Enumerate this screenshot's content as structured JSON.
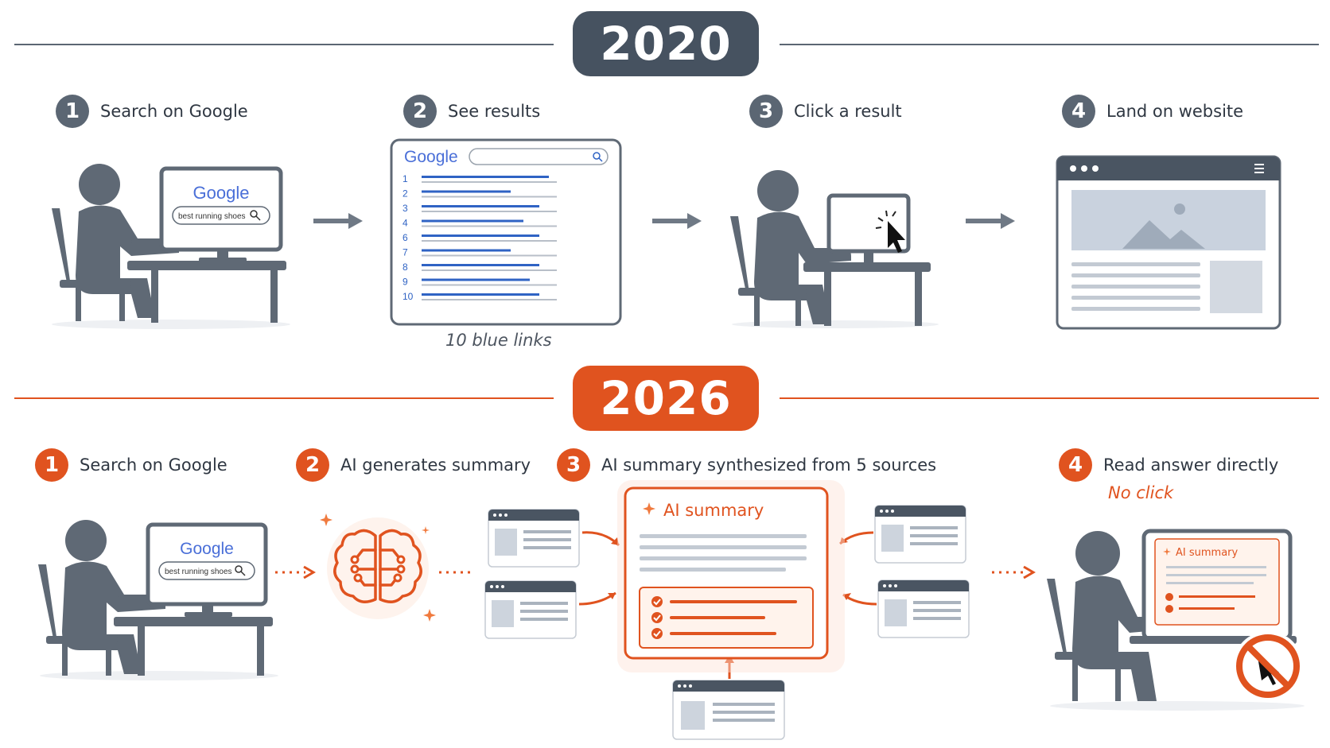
{
  "colors": {
    "gray": "#5b6673",
    "orange": "#e0531f",
    "blue": "#2f63c4"
  },
  "year_2020": {
    "label": "2020",
    "steps": [
      {
        "num": "1",
        "label": "Search on Google"
      },
      {
        "num": "2",
        "label": "See results"
      },
      {
        "num": "3",
        "label": "Click a result"
      },
      {
        "num": "4",
        "label": "Land on website"
      }
    ],
    "search_brand": "Google",
    "search_query": "best running shoes",
    "results_brand": "Google",
    "result_numbers": [
      "1",
      "2",
      "3",
      "4",
      "6",
      "7",
      "8",
      "9",
      "10"
    ],
    "results_caption": "10 blue links"
  },
  "year_2026": {
    "label": "2026",
    "steps": [
      {
        "num": "1",
        "label": "Search on Google"
      },
      {
        "num": "2",
        "label": "AI generates summary"
      },
      {
        "num": "3",
        "label": "AI summary synthesized from 5 sources"
      },
      {
        "num": "4",
        "label": "Read answer directly"
      }
    ],
    "no_click_label": "No click",
    "search_brand": "Google",
    "search_query": "best running shoes",
    "ai_summary_title": "AI summary",
    "laptop_summary_title": "AI summary"
  }
}
